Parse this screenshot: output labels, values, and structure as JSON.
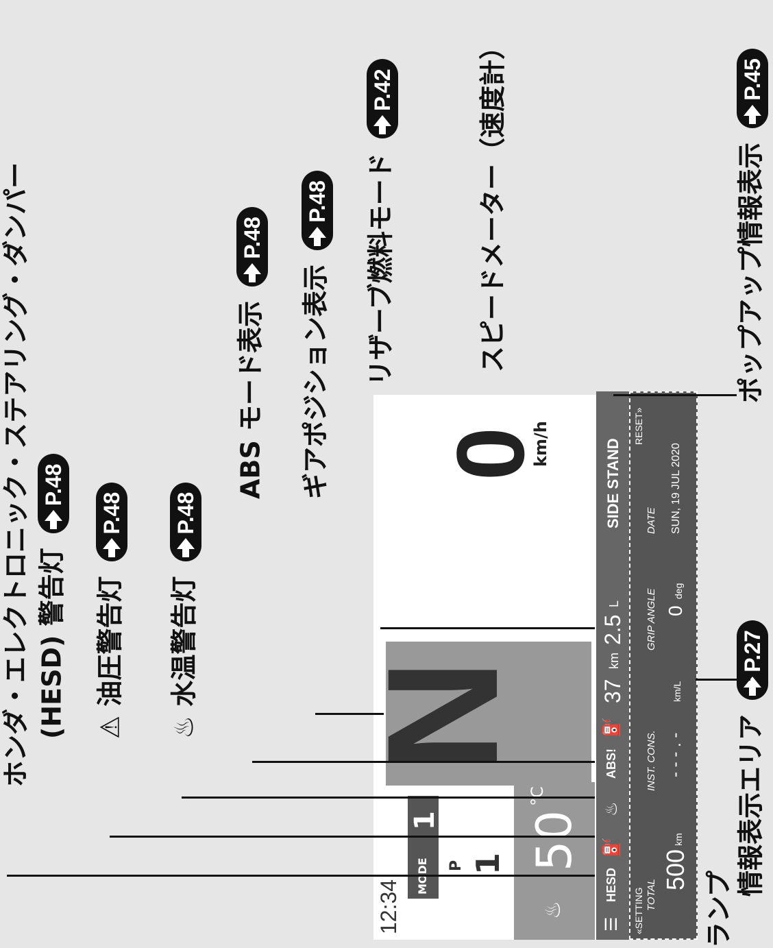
{
  "labels": {
    "hesd": "ホンダ・エレクトロニック・ステアリング・ダンパー",
    "hesd2": "(HESD) 警告灯",
    "oil": "油圧警告灯",
    "water": "水温警告灯",
    "abs": "ABS モード表示",
    "gear": "ギアポジション表示",
    "reserve": "リザーブ燃料モード",
    "speedo": "スピードメーター（速度計）",
    "popup": "ポップアップ情報表示",
    "info": "情報表示エリア",
    "lamp": "ランプ"
  },
  "refs": {
    "hesd": "P.48",
    "oil": "P.48",
    "water": "P.48",
    "gear": "P.48",
    "abs": "P.48",
    "reserve": "P.42",
    "popup": "P.45",
    "info": "P.27"
  },
  "display": {
    "clock": "12:34",
    "mode": "MODE",
    "p": "P",
    "one_a": "1",
    "one_b": "1",
    "temp": "50",
    "temp_unit": "°C",
    "gear": "N",
    "speed": "0",
    "speed_unit": "km/h",
    "hesd": "HESD",
    "abs": "ABS!",
    "range": "37",
    "range_unit": "km",
    "fuel": "2.5",
    "fuel_unit": "L",
    "side_stand": "SIDE STAND",
    "setting": "«SETTING",
    "reset": "RESET»",
    "total_label": "TOTAL",
    "total_value": "500",
    "total_unit": "km",
    "cons_label": "INST. CONS.",
    "cons_value": "- - - . -",
    "cons_unit": "km/L",
    "grip_label": "GRIP ANGLE",
    "grip_value": "0",
    "grip_unit": "deg",
    "date_label": "DATE",
    "date_value": "SUN, 19  JUL 2020"
  }
}
